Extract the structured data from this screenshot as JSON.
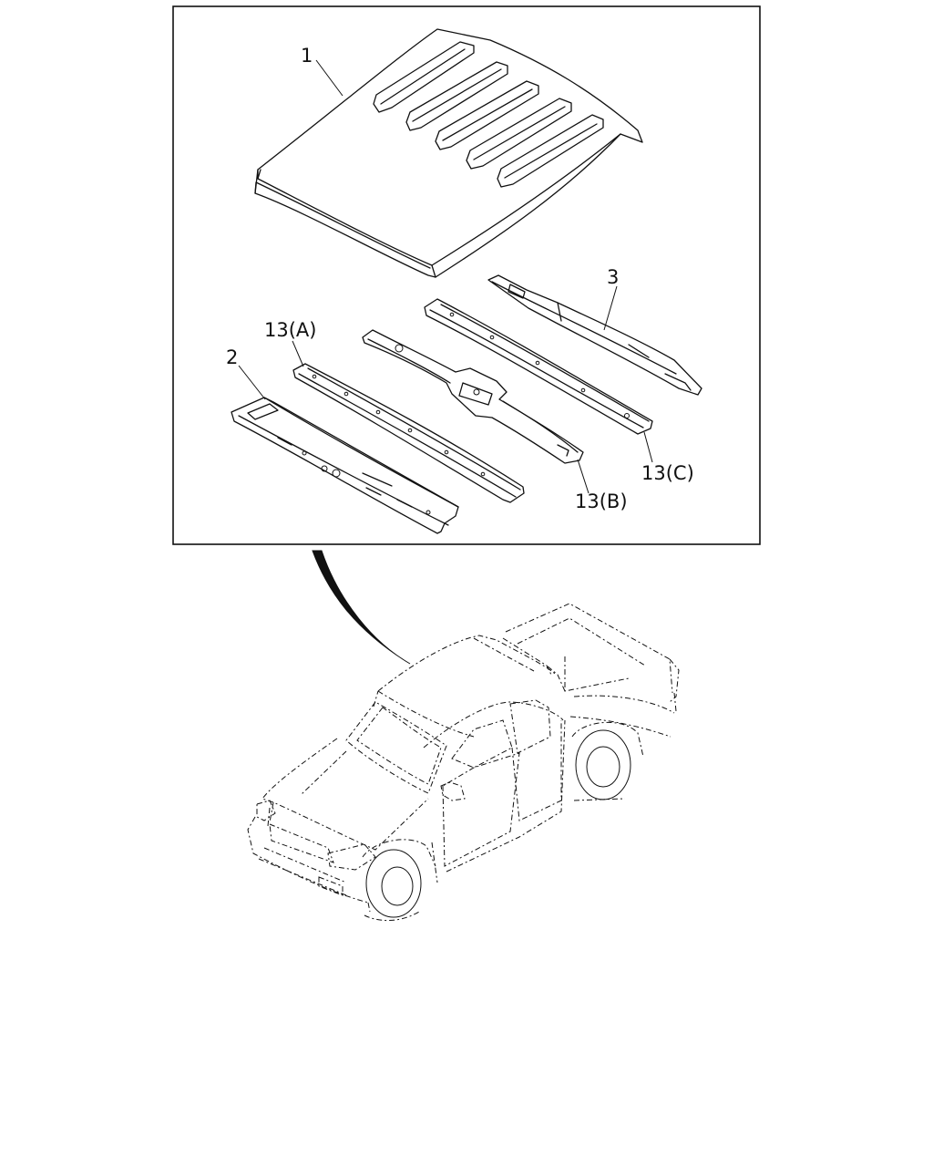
{
  "callouts": {
    "roof_panel": "1",
    "front_header": "2",
    "rear_header": "3",
    "bow_a": "13(A)",
    "bow_b": "13(B)",
    "bow_c": "13(C)"
  },
  "colors": {
    "line": "#111111",
    "background": "#ffffff"
  }
}
